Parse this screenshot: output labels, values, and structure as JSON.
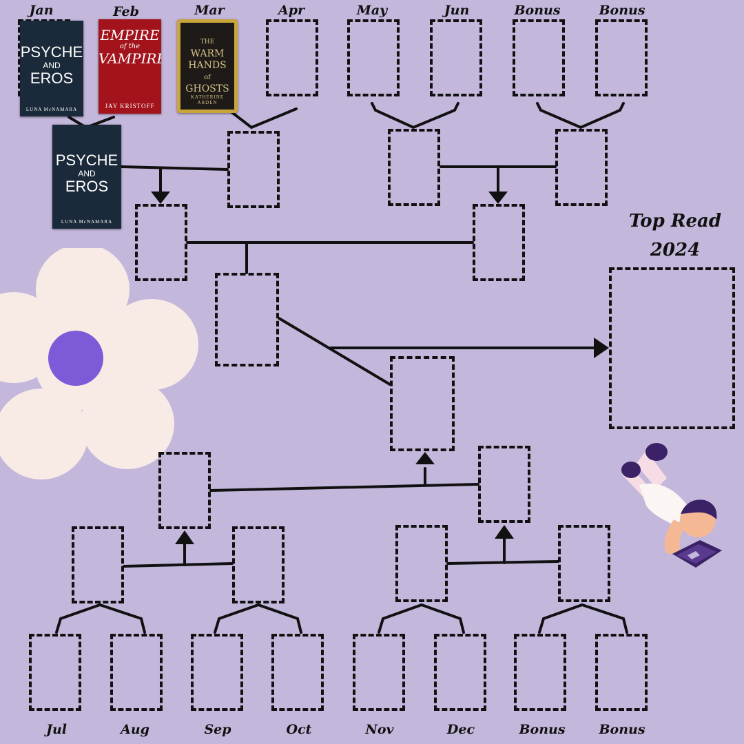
{
  "title": {
    "line1": "Top Read",
    "line2": "2024"
  },
  "top_labels": [
    "Jan",
    "Feb",
    "Mar",
    "Apr",
    "May",
    "Jun",
    "Bonus",
    "Bonus"
  ],
  "bottom_labels": [
    "Jul",
    "Aug",
    "Sep",
    "Oct",
    "Nov",
    "Dec",
    "Bonus",
    "Bonus"
  ],
  "books": {
    "jan": {
      "title_line1": "PSYCHE",
      "title_line2": "AND",
      "title_line3": "EROS",
      "author": "LUNA McNAMARA"
    },
    "feb": {
      "title_line1": "EMPIRE",
      "title_line2": "of the",
      "title_line3": "VAMPIRE",
      "author": "JAY KRISTOFF"
    },
    "mar": {
      "title_line1": "THE",
      "title_line2": "WARM",
      "title_line3": "HANDS",
      "title_line4": "of",
      "title_line5": "GHOSTS",
      "author": "KATHERINE ARDEN"
    },
    "round1_winner": {
      "title_line1": "PSYCHE",
      "title_line2": "AND",
      "title_line3": "EROS",
      "author": "LUNA McNAMARA"
    }
  },
  "colors": {
    "background": "#c4b7dc",
    "line": "#111111",
    "flower_petal": "#f8ebe6",
    "flower_center": "#7c5ad8",
    "accent": "#3b2266"
  },
  "icons": {
    "flower": "flower-illustration",
    "reader": "child-reading-book-illustration"
  }
}
